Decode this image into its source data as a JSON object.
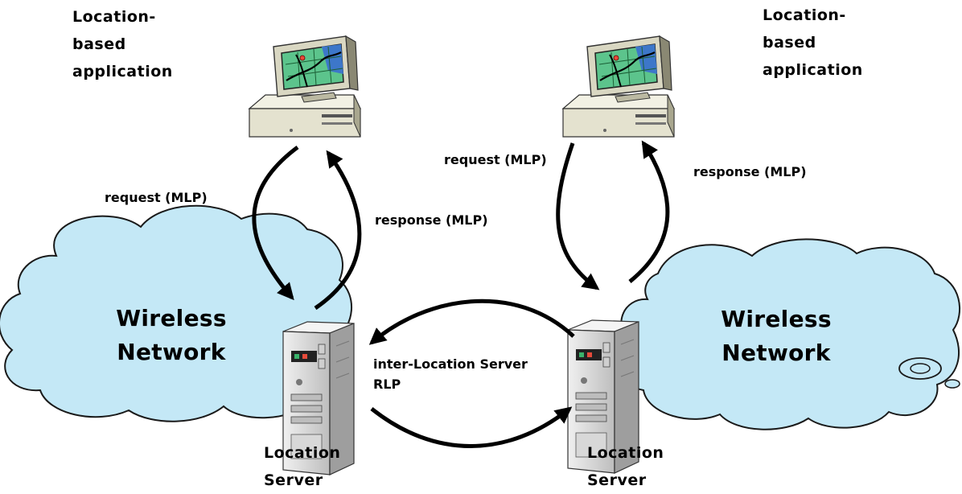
{
  "labels": {
    "app_left": "Location-\nbased\napplication",
    "app_right": "Location-\nbased\napplication",
    "request_left": "request (MLP)",
    "response_left": "response (MLP)",
    "request_right": "request (MLP)",
    "response_right": "response (MLP)",
    "network_left": "Wireless\nNetwork",
    "network_right": "Wireless\nNetwork",
    "inter_line1": "inter-Location Server",
    "inter_line2": "RLP",
    "server_left": "Location\nServer",
    "server_right": "Location\nServer"
  },
  "colors": {
    "cloud_fill": "#c4e8f6",
    "cloud_stroke": "#1a1a1a",
    "arrow": "#000000",
    "pc_body": "#e4e2cf",
    "pc_shadow": "#8a8873",
    "screen_map": "#5cc48c",
    "screen_water": "#3d77c9",
    "server_body": "#d4d4d4"
  },
  "icons": [
    "cloud-shape",
    "desktop-computer-icon",
    "tower-server-icon",
    "curved-arrow"
  ]
}
